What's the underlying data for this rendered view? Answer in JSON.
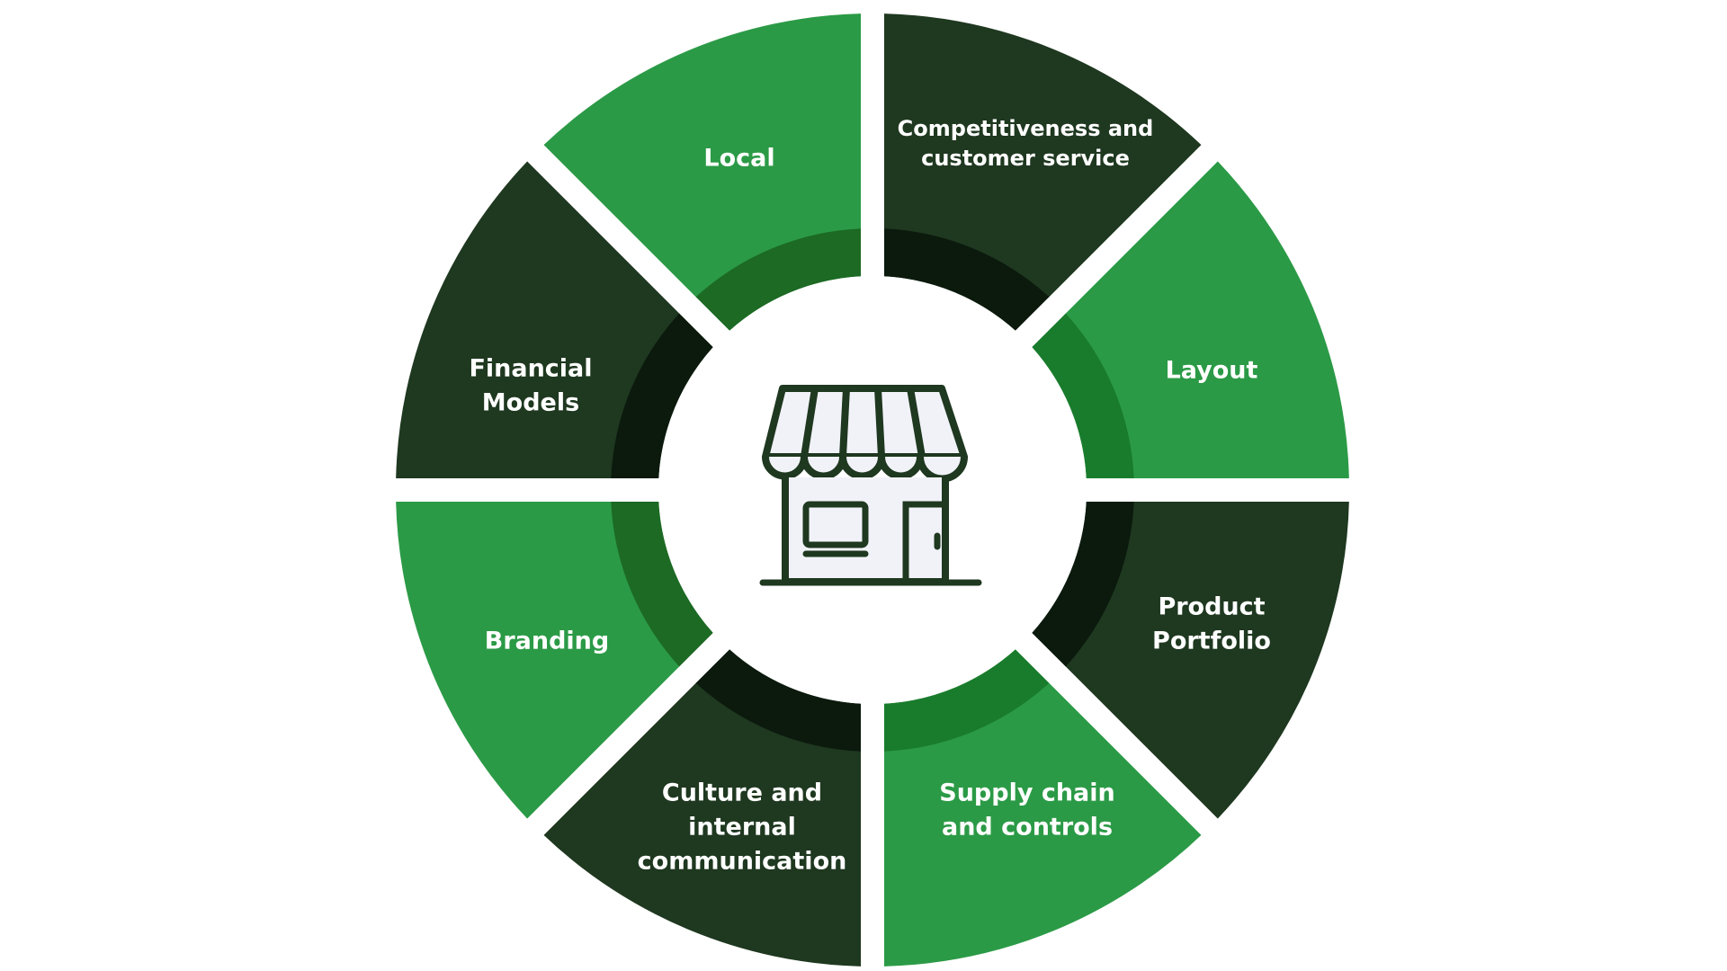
{
  "diagram": {
    "center_icon": "storefront-icon",
    "colors": {
      "dark_green": "#1f3820",
      "bright_green": "#2b9a46",
      "dark_inner_ring": "#0b1a0d",
      "bright_inner_ring": "#197c2c",
      "financial_inner_ring": "#1c6a24",
      "icon_stroke": "#1f3820",
      "icon_fill": "#f1f2f8",
      "background": "#ffffff"
    },
    "segments": [
      {
        "id": "local",
        "lines": [
          "Local"
        ],
        "tone": "dark"
      },
      {
        "id": "competitiveness",
        "lines": [
          "Competitiveness and",
          "customer service"
        ],
        "tone": "bright"
      },
      {
        "id": "layout",
        "lines": [
          "Layout"
        ],
        "tone": "dark"
      },
      {
        "id": "product-portfolio",
        "lines": [
          "Product",
          "Portfolio"
        ],
        "tone": "bright"
      },
      {
        "id": "supply-chain",
        "lines": [
          "Supply chain",
          "and controls"
        ],
        "tone": "dark"
      },
      {
        "id": "culture",
        "lines": [
          "Culture and",
          "internal",
          "communication"
        ],
        "tone": "bright"
      },
      {
        "id": "branding",
        "lines": [
          "Branding"
        ],
        "tone": "dark"
      },
      {
        "id": "financial-models",
        "lines": [
          "Financial",
          "Models"
        ],
        "tone": "bright"
      }
    ]
  }
}
